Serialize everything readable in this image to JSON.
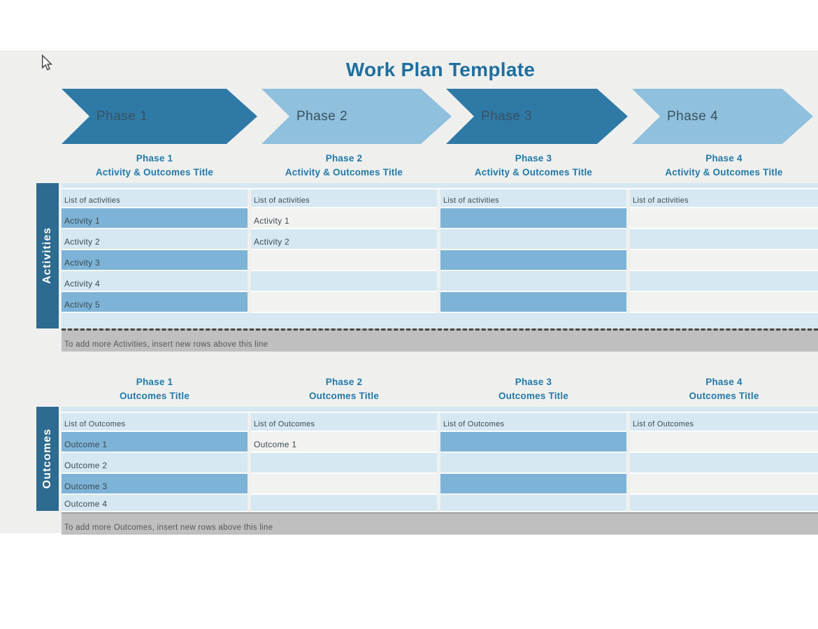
{
  "title": "Work Plan Template",
  "colors": {
    "canvas": "#eff0ee",
    "arrow_dark": "#2f79a6",
    "arrow_light": "#8fc0dd",
    "sidebar": "#2d6b90",
    "row_light": "#d6e8f2",
    "row_medium": "#7db3d6",
    "row_white": "#f2f3f1",
    "note_bar": "#bfbfbf",
    "title_text": "#1e6f9f",
    "header_text": "#2278a8"
  },
  "phases": [
    {
      "label": "Phase 1",
      "tone": "dark"
    },
    {
      "label": "Phase 2",
      "tone": "light"
    },
    {
      "label": "Phase 3",
      "tone": "dark"
    },
    {
      "label": "Phase 4",
      "tone": "light"
    }
  ],
  "activities": {
    "sidebar_label": "Activities",
    "headers": [
      {
        "line1": "Phase 1",
        "line2": "Activity & Outcomes Title"
      },
      {
        "line1": "Phase 2",
        "line2": "Activity & Outcomes Title"
      },
      {
        "line1": "Phase 3",
        "line2": "Activity & Outcomes Title"
      },
      {
        "line1": "Phase 4",
        "line2": "Activity & Outcomes Title"
      }
    ],
    "columns": [
      {
        "rows": [
          {
            "text": "List of activities",
            "fill": "light"
          },
          {
            "text": "Activity 1",
            "fill": "medium"
          },
          {
            "text": "Activity 2",
            "fill": "light"
          },
          {
            "text": "Activity 3",
            "fill": "medium"
          },
          {
            "text": "Activity 4",
            "fill": "light"
          },
          {
            "text": "Activity 5",
            "fill": "medium"
          }
        ]
      },
      {
        "rows": [
          {
            "text": "List of activities",
            "fill": "light"
          },
          {
            "text": "Activity 1",
            "fill": "white"
          },
          {
            "text": "Activity 2",
            "fill": "light"
          },
          {
            "text": "",
            "fill": "white"
          },
          {
            "text": "",
            "fill": "light"
          },
          {
            "text": "",
            "fill": "white"
          }
        ]
      },
      {
        "rows": [
          {
            "text": "List of activities",
            "fill": "light"
          },
          {
            "text": "",
            "fill": "medium"
          },
          {
            "text": "",
            "fill": "light"
          },
          {
            "text": "",
            "fill": "medium"
          },
          {
            "text": "",
            "fill": "light"
          },
          {
            "text": "",
            "fill": "medium"
          }
        ]
      },
      {
        "rows": [
          {
            "text": "List of activities",
            "fill": "light"
          },
          {
            "text": "",
            "fill": "white"
          },
          {
            "text": "",
            "fill": "light"
          },
          {
            "text": "",
            "fill": "white"
          },
          {
            "text": "",
            "fill": "light"
          },
          {
            "text": "",
            "fill": "white"
          }
        ]
      }
    ],
    "footer_note": "To add more Activities, insert new rows above this line"
  },
  "outcomes": {
    "sidebar_label": "Outcomes",
    "headers": [
      {
        "line1": "Phase 1",
        "line2": "Outcomes Title"
      },
      {
        "line1": "Phase 2",
        "line2": "Outcomes Title"
      },
      {
        "line1": "Phase 3",
        "line2": "Outcomes Title"
      },
      {
        "line1": "Phase 4",
        "line2": "Outcomes Title"
      }
    ],
    "columns": [
      {
        "rows": [
          {
            "text": "List of Outcomes",
            "fill": "light"
          },
          {
            "text": "Outcome 1",
            "fill": "medium"
          },
          {
            "text": "Outcome 2",
            "fill": "light"
          },
          {
            "text": "Outcome 3",
            "fill": "medium"
          },
          {
            "text": "Outcome 4",
            "fill": "light"
          }
        ]
      },
      {
        "rows": [
          {
            "text": "List of Outcomes",
            "fill": "light"
          },
          {
            "text": "Outcome 1",
            "fill": "white"
          },
          {
            "text": "",
            "fill": "light"
          },
          {
            "text": "",
            "fill": "white"
          },
          {
            "text": "",
            "fill": "light"
          }
        ]
      },
      {
        "rows": [
          {
            "text": "List of Outcomes",
            "fill": "light"
          },
          {
            "text": "",
            "fill": "medium"
          },
          {
            "text": "",
            "fill": "light"
          },
          {
            "text": "",
            "fill": "medium"
          },
          {
            "text": "",
            "fill": "light"
          }
        ]
      },
      {
        "rows": [
          {
            "text": "List of Outcomes",
            "fill": "light"
          },
          {
            "text": "",
            "fill": "white"
          },
          {
            "text": "",
            "fill": "light"
          },
          {
            "text": "",
            "fill": "white"
          },
          {
            "text": "",
            "fill": "light"
          }
        ]
      }
    ],
    "footer_note": "To add more Outcomes, insert new rows above this line"
  }
}
